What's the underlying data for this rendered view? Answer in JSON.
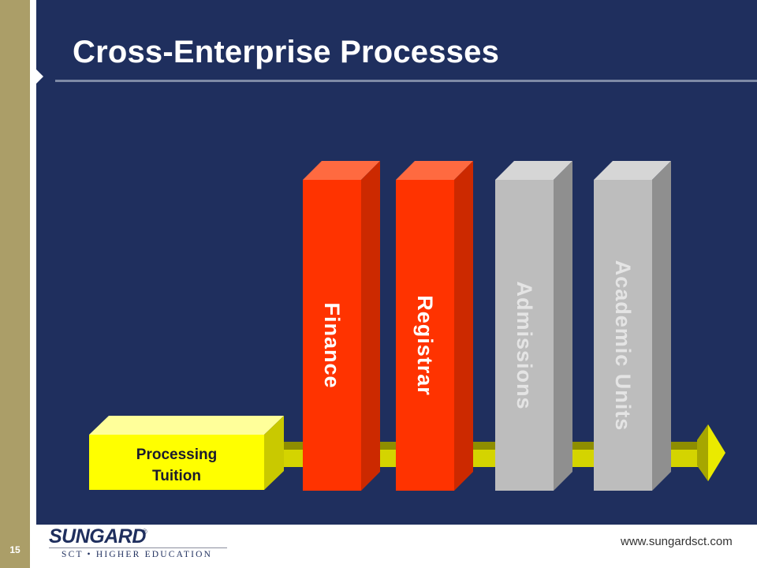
{
  "slide": {
    "title": "Cross-Enterprise Processes",
    "page_number": "15"
  },
  "diagram": {
    "process": {
      "label_line1": "Processing",
      "label_line2": "Tuition",
      "color": "#ffff00"
    },
    "columns": [
      {
        "label": "Finance",
        "color": "#ff3300",
        "active": true
      },
      {
        "label": "Registrar",
        "color": "#ff3300",
        "active": true
      },
      {
        "label": "Admissions",
        "color": "#bdbdbd",
        "active": false
      },
      {
        "label": "Academic Units",
        "color": "#bdbdbd",
        "active": false
      }
    ]
  },
  "footer": {
    "logo_word": "SUNGARD",
    "logo_mark": "®",
    "tagline": "SCT • HIGHER EDUCATION",
    "website": "www.sungardsct.com"
  },
  "colors": {
    "background": "#1f2f5e",
    "side_band": "#ab9e68",
    "arrow": "#dcdc00"
  }
}
